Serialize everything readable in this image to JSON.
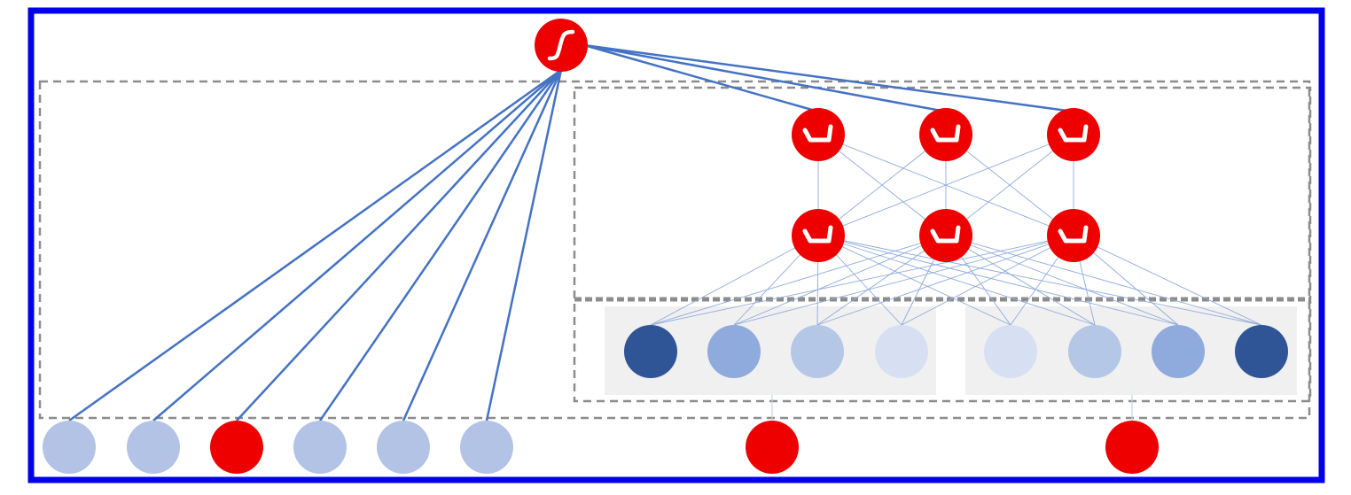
{
  "diagram": {
    "colors": {
      "frame": "#0000ee",
      "activation_node": "#ee0000",
      "activation_glyph": "#ffffff",
      "input_light": "#b2c3e6",
      "embedding_dark": "#2f5597",
      "embedding_mid": "#8faadc",
      "embedding_light": "#b4c7e7",
      "embedding_pale": "#d6e0f2",
      "connection_thick": "#4472c4",
      "connection_thin": "#8faadc",
      "dashed_border": "#8c8c8c",
      "embedding_panel": "#f0f0f0"
    },
    "output_node": {
      "icon": "sigmoid-icon"
    },
    "hidden_layer_top": {
      "icon": "relu-icon",
      "count": 3
    },
    "hidden_layer_bottom": {
      "icon": "relu-icon",
      "count": 3
    },
    "embedding_groups": [
      {
        "shades": [
          "embedding_dark",
          "embedding_mid",
          "embedding_light",
          "embedding_pale"
        ]
      },
      {
        "shades": [
          "embedding_pale",
          "embedding_light",
          "embedding_mid",
          "embedding_dark"
        ]
      }
    ],
    "input_nodes": [
      {
        "kind": "feature"
      },
      {
        "kind": "feature"
      },
      {
        "kind": "active"
      },
      {
        "kind": "feature"
      },
      {
        "kind": "feature"
      },
      {
        "kind": "feature"
      },
      {
        "kind": "active"
      },
      {
        "kind": "active"
      }
    ]
  }
}
